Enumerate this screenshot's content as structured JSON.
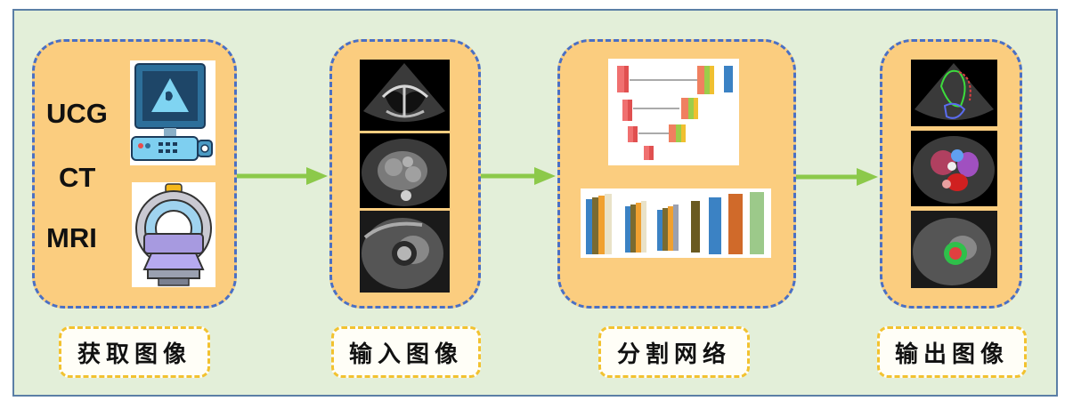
{
  "stages": [
    {
      "label": "获取图像"
    },
    {
      "label": "输入图像"
    },
    {
      "label": "分割网络"
    },
    {
      "label": "输出图像"
    }
  ],
  "modalities": [
    "UCG",
    "CT",
    "MRI"
  ],
  "icons": {
    "ultrasound": "ultrasound-machine-icon",
    "mri": "mri-scanner-icon",
    "unet": "unet-architecture-icon",
    "cnn": "cnn-layers-icon"
  },
  "colors": {
    "background": "#e3efd9",
    "stage_fill": "#fbcd7f",
    "stage_border": "#4a6fc4",
    "label_border": "#f2c230",
    "arrow": "#8cc94a"
  }
}
